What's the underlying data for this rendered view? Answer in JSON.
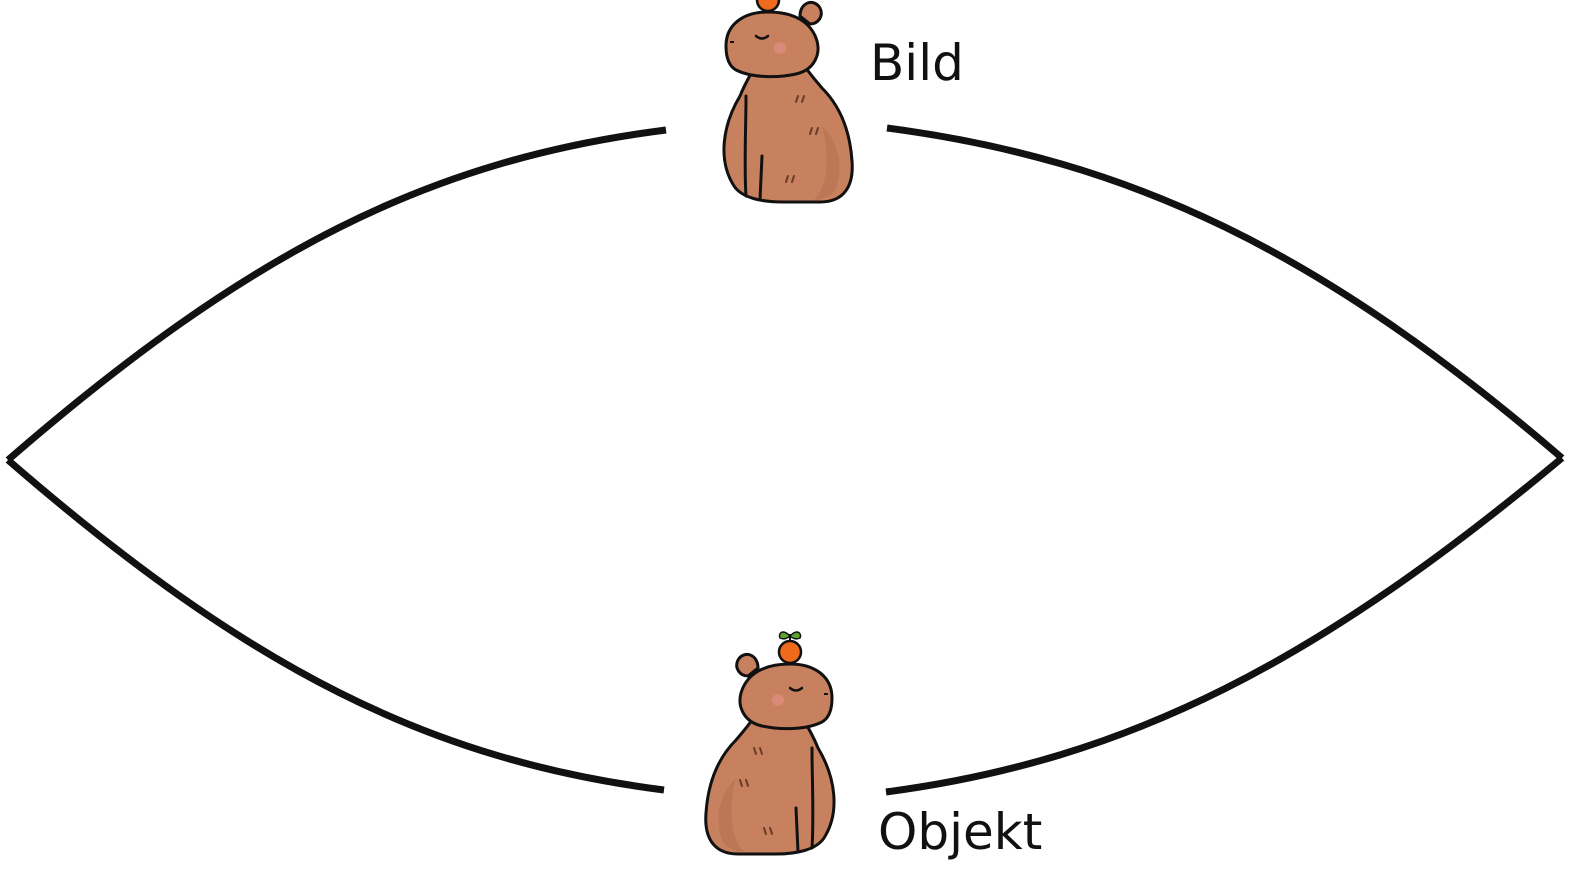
{
  "labels": {
    "top": "Bild",
    "bottom": "Objekt"
  },
  "figures": {
    "top": {
      "icon": "capybara-with-orange-icon",
      "facing": "left"
    },
    "bottom": {
      "icon": "capybara-with-orange-icon",
      "facing": "right"
    }
  },
  "colors": {
    "outline": "#111111",
    "capybara_fur": "#c7815f",
    "capybara_shade": "#b3704f",
    "cheek": "#d98a78",
    "orange": "#f06a1c",
    "leaf": "#5ba52f"
  }
}
